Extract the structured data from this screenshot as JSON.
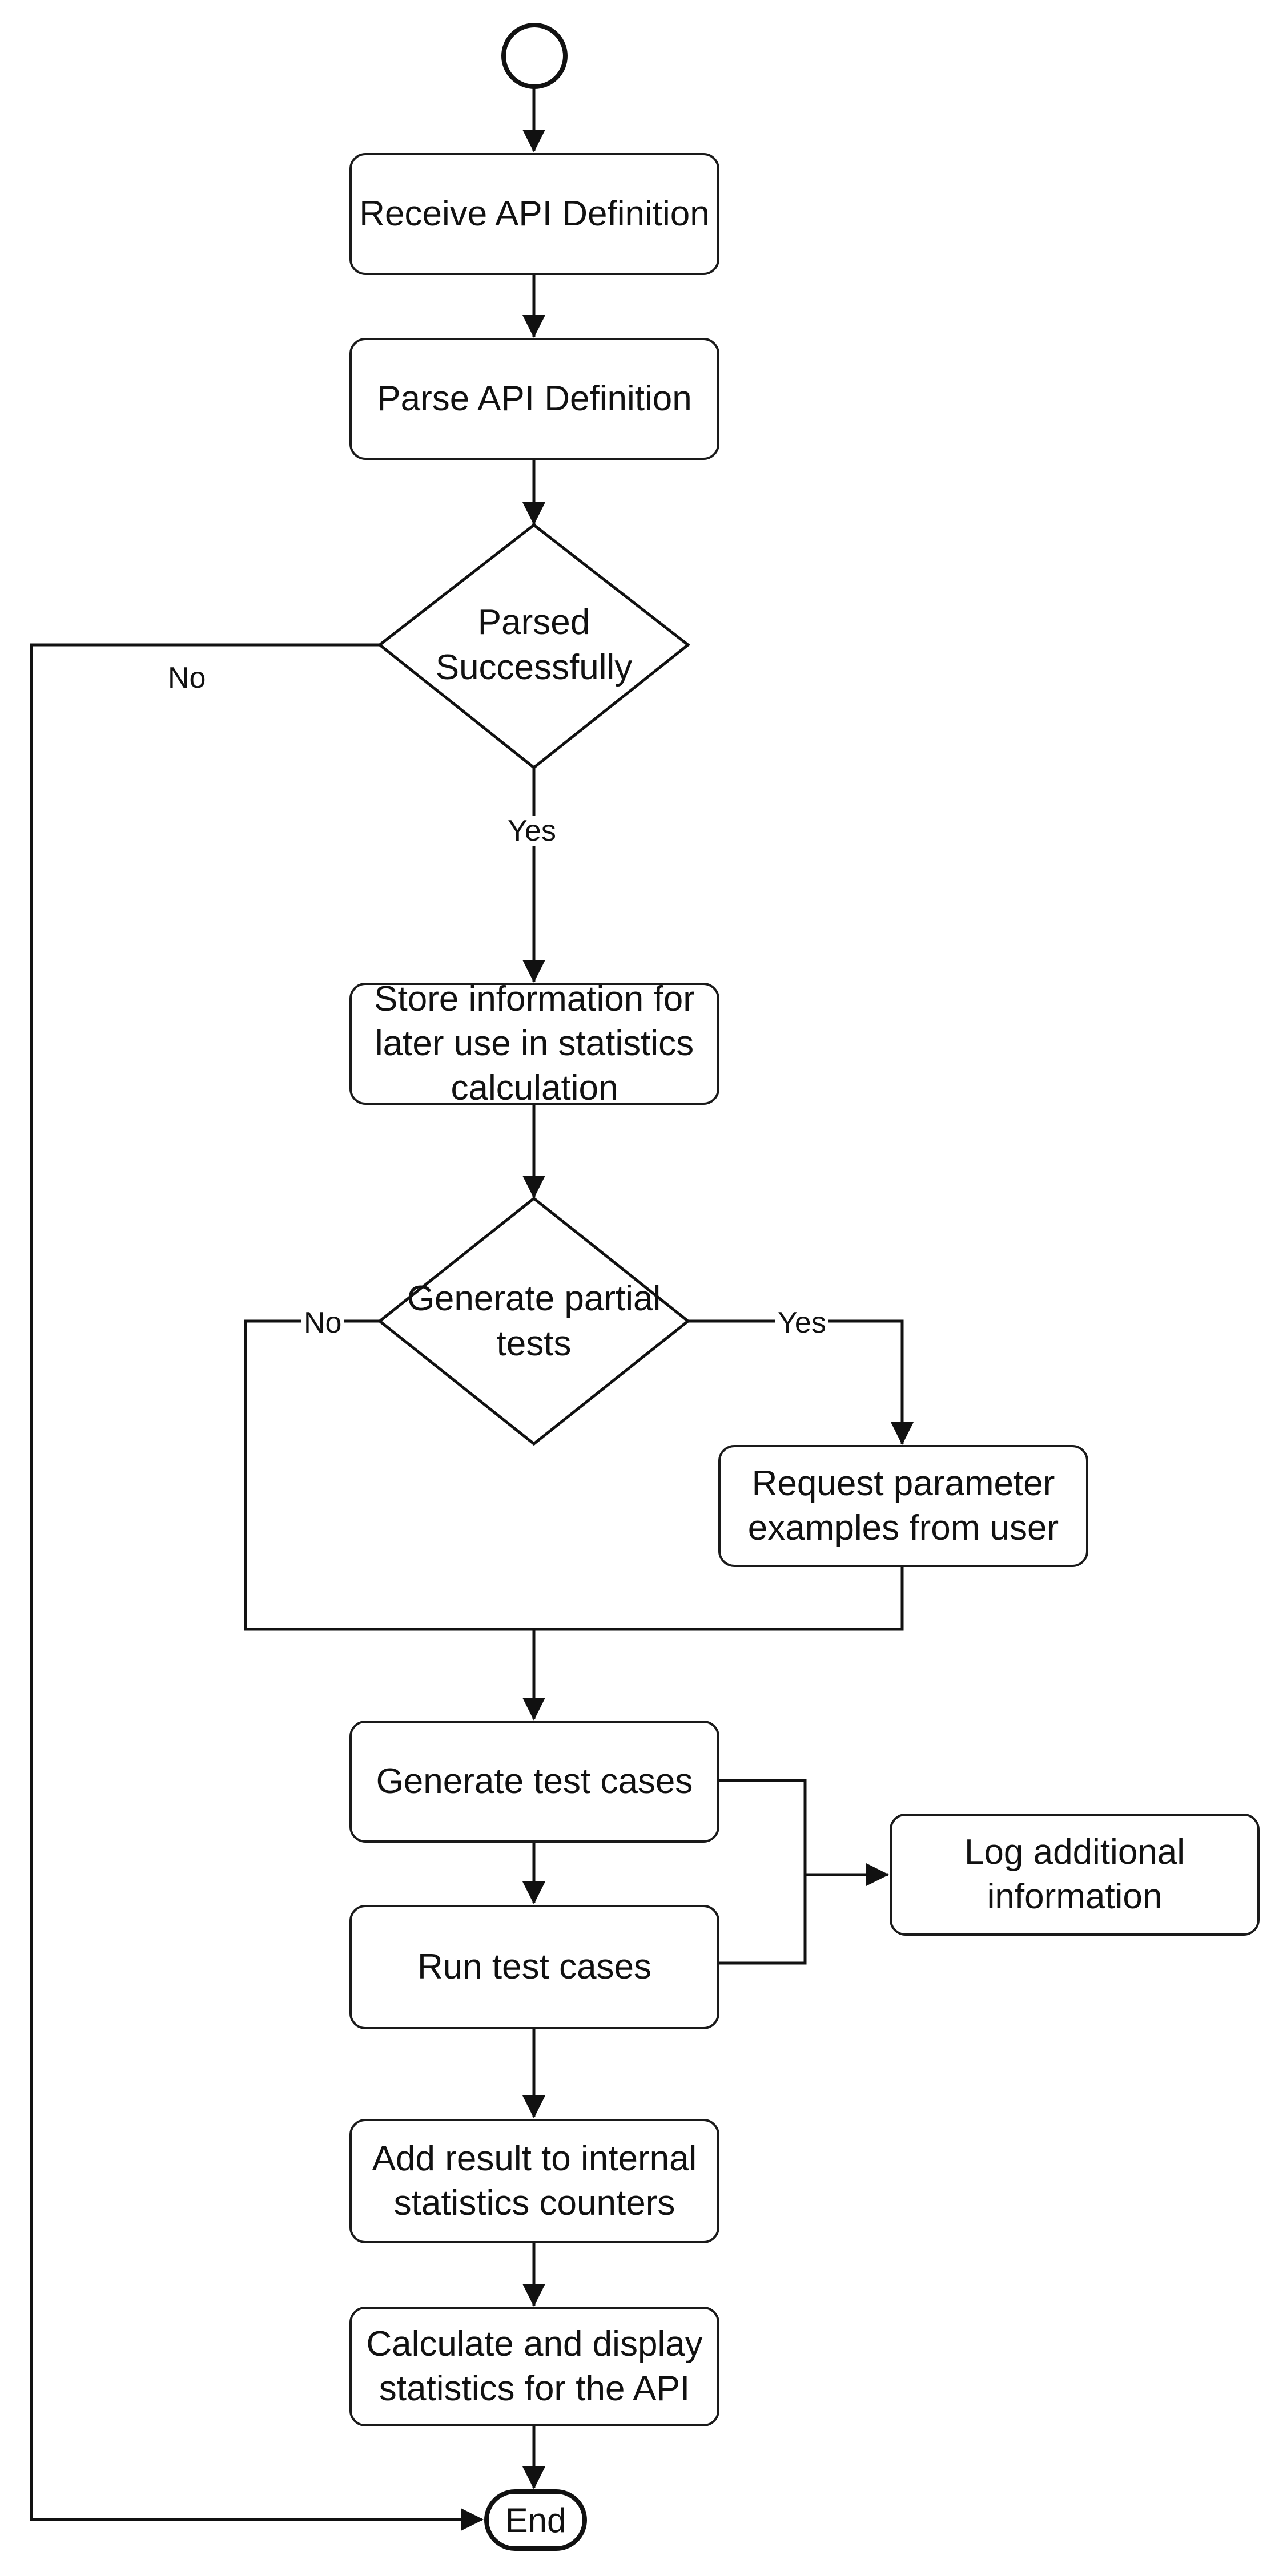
{
  "nodes": {
    "receive": "Receive API Definition",
    "parse": "Parse API Definition",
    "parsed_ok": "Parsed Successfully",
    "store": "Store information for later use in statistics calculation",
    "partial": "Generate partial tests",
    "request": "Request parameter examples from user",
    "gen_tests": "Generate test cases",
    "run_tests": "Run test cases",
    "log": "Log additional information",
    "add_result": "Add result to internal statistics counters",
    "calc": "Calculate and display statistics for the API",
    "end": "End"
  },
  "edges": {
    "no_parsed": "No",
    "yes_parsed": "Yes",
    "no_partial": "No",
    "yes_partial": "Yes"
  }
}
